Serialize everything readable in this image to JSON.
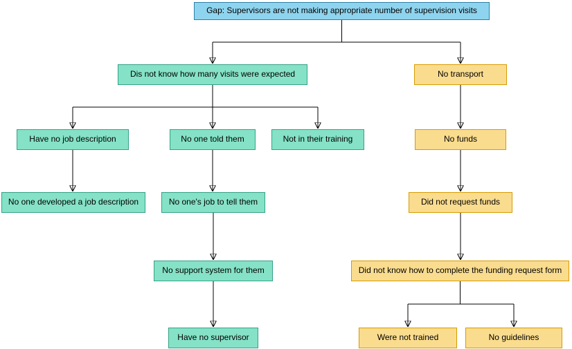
{
  "diagram": {
    "type": "root-cause-tree",
    "background": "#ffffff"
  },
  "colors": {
    "gap_fill": "#8FD4EE",
    "gap_stroke": "#2D7FA6",
    "cause_fill": "#85E2C6",
    "cause_stroke": "#35A087",
    "alt_fill": "#FADC8E",
    "alt_stroke": "#D79B00",
    "connector": "#000000",
    "text": "#000000"
  },
  "nodes": {
    "gap": "Gap: Supervisors are not making appropriate number of supervision visits",
    "dis_not_know": "Dis not know how many visits were expected",
    "no_transport": "No transport",
    "have_no_job_description": "Have no job description",
    "no_one_told_them": "No one told them",
    "not_in_their_training": "Not in their training",
    "no_funds": "No funds",
    "no_one_developed": "No one developed a job description",
    "no_ones_job": "No one's job to tell them",
    "did_not_request_funds": "Did not request funds",
    "no_support_system": "No support system for them",
    "did_not_know_form": "Did not know how to complete the funding request form",
    "have_no_supervisor": "Have no supervisor",
    "were_not_trained": "Were not trained",
    "no_guidelines": "No guidelines"
  },
  "edges": [
    {
      "from": "gap",
      "to": "dis_not_know"
    },
    {
      "from": "gap",
      "to": "no_transport"
    },
    {
      "from": "dis_not_know",
      "to": "have_no_job_description"
    },
    {
      "from": "dis_not_know",
      "to": "no_one_told_them"
    },
    {
      "from": "dis_not_know",
      "to": "not_in_their_training"
    },
    {
      "from": "have_no_job_description",
      "to": "no_one_developed"
    },
    {
      "from": "no_one_told_them",
      "to": "no_ones_job"
    },
    {
      "from": "no_ones_job",
      "to": "no_support_system"
    },
    {
      "from": "no_support_system",
      "to": "have_no_supervisor"
    },
    {
      "from": "no_transport",
      "to": "no_funds"
    },
    {
      "from": "no_funds",
      "to": "did_not_request_funds"
    },
    {
      "from": "did_not_request_funds",
      "to": "did_not_know_form"
    },
    {
      "from": "did_not_know_form",
      "to": "were_not_trained"
    },
    {
      "from": "did_not_know_form",
      "to": "no_guidelines"
    }
  ]
}
